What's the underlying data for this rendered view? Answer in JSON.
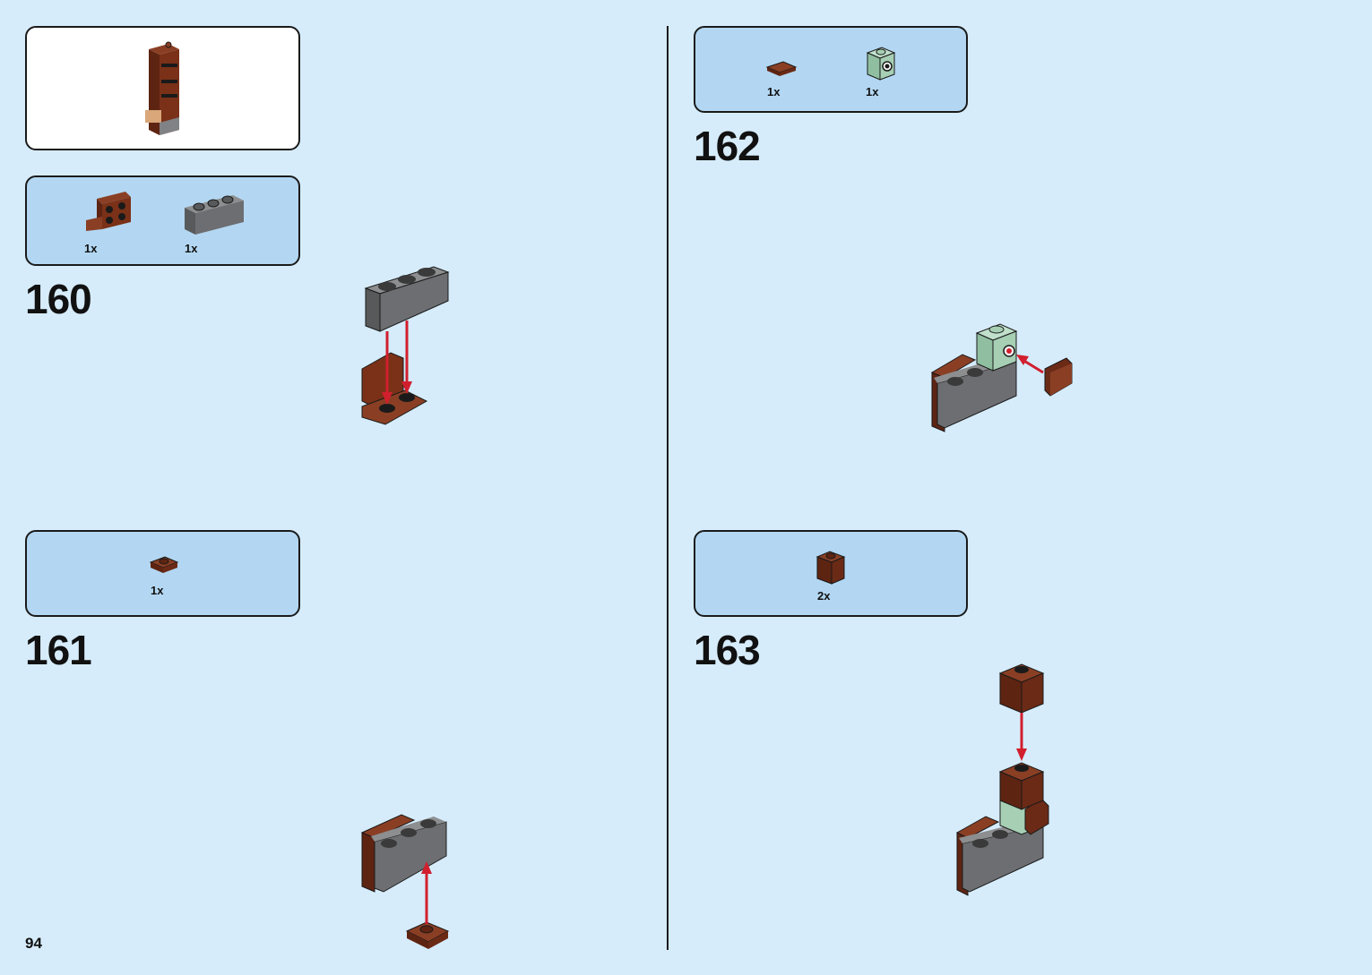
{
  "page_number": "94",
  "colors": {
    "background": "#d6ecfb",
    "parts_box": "#b3d7f2",
    "reddish_brown": "#6b2a16",
    "dark_gray": "#6d6e71",
    "sand_green": "#a6cfb4",
    "arrow_red": "#d11f2e"
  },
  "submodel_callout": {
    "icon": "submodel-assembly-icon"
  },
  "steps": [
    {
      "number": "160",
      "parts": [
        {
          "qty": "1x",
          "icon": "reddish-brown-bracket-icon"
        },
        {
          "qty": "1x",
          "icon": "dark-gray-brick-1x3-icon"
        }
      ]
    },
    {
      "number": "161",
      "parts": [
        {
          "qty": "1x",
          "icon": "reddish-brown-plate-1x1-icon"
        }
      ]
    },
    {
      "number": "162",
      "parts": [
        {
          "qty": "1x",
          "icon": "reddish-brown-tile-1x1-icon"
        },
        {
          "qty": "1x",
          "icon": "sand-green-headlight-brick-icon"
        }
      ]
    },
    {
      "number": "163",
      "parts": [
        {
          "qty": "2x",
          "icon": "reddish-brown-brick-1x1-icon"
        }
      ]
    }
  ]
}
